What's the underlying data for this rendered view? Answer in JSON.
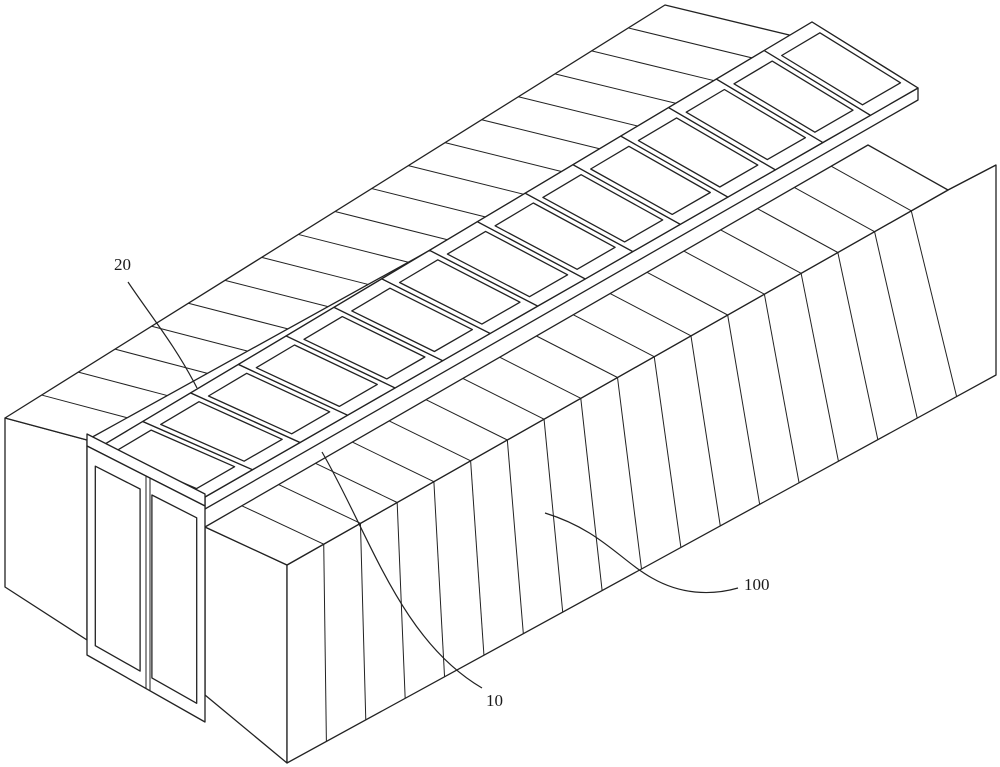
{
  "figure": {
    "labels": {
      "channel": "10",
      "skylight": "20",
      "cabinet_row": "100"
    },
    "geometry": {
      "cabinets_per_row": 18,
      "skylight_panels": 15,
      "door_leaves": 2
    },
    "colors": {
      "stroke": "#222222",
      "fill": "#ffffff"
    }
  }
}
